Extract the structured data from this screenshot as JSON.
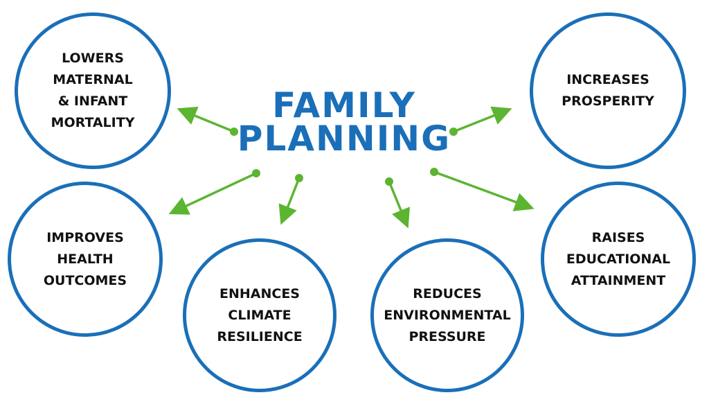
{
  "title": {
    "line1": "FAMILY",
    "line2": "PLANNING"
  },
  "colors": {
    "blue": "#1a6fb8",
    "green": "#5cb531",
    "text": "#111111"
  },
  "benefits": [
    {
      "lines": [
        "LOWERS",
        "MATERNAL",
        "& INFANT",
        "MORTALITY"
      ]
    },
    {
      "lines": [
        "INCREASES",
        "PROSPERITY"
      ]
    },
    {
      "lines": [
        "IMPROVES",
        "HEALTH",
        "OUTCOMES"
      ]
    },
    {
      "lines": [
        "ENHANCES",
        "CLIMATE",
        "RESILIENCE"
      ]
    },
    {
      "lines": [
        "REDUCES",
        "ENVIRONMENTAL",
        "PRESSURE"
      ]
    },
    {
      "lines": [
        "RAISES",
        "EDUCATIONAL",
        "ATTAINMENT"
      ]
    }
  ]
}
